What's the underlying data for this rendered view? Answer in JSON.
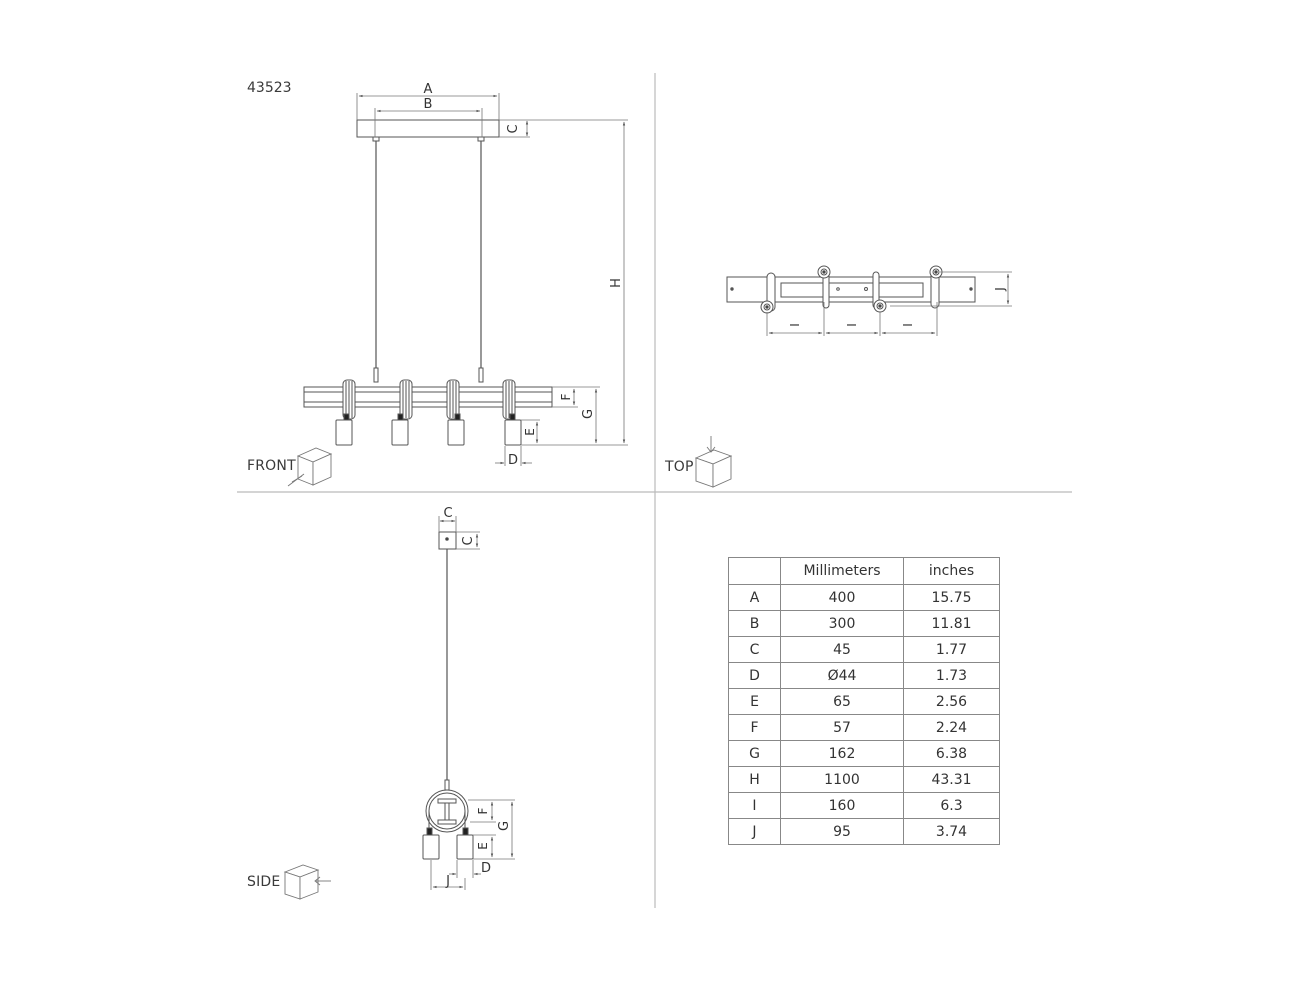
{
  "document": {
    "model_number": "43523"
  },
  "views": {
    "front": {
      "label": "FRONT",
      "dimension_labels": [
        "A",
        "B",
        "C",
        "H",
        "F",
        "G",
        "E",
        "D"
      ]
    },
    "top": {
      "label": "TOP",
      "dimension_labels": [
        "J",
        "I",
        "I",
        "I"
      ]
    },
    "side": {
      "label": "SIDE",
      "dimension_labels": [
        "C",
        "C",
        "F",
        "G",
        "E",
        "D",
        "J"
      ]
    }
  },
  "dimension_table": {
    "headers": [
      "",
      "Millimeters",
      "inches"
    ],
    "rows": [
      {
        "key": "A",
        "mm": "400",
        "in": "15.75"
      },
      {
        "key": "B",
        "mm": "300",
        "in": "11.81"
      },
      {
        "key": "C",
        "mm": "45",
        "in": "1.77"
      },
      {
        "key": "D",
        "mm": "Ø44",
        "in": "1.73"
      },
      {
        "key": "E",
        "mm": "65",
        "in": "2.56"
      },
      {
        "key": "F",
        "mm": "57",
        "in": "2.24"
      },
      {
        "key": "G",
        "mm": "162",
        "in": "6.38"
      },
      {
        "key": "H",
        "mm": "1100",
        "in": "43.31"
      },
      {
        "key": "I",
        "mm": "160",
        "in": "6.3"
      },
      {
        "key": "J",
        "mm": "95",
        "in": "3.74"
      }
    ]
  },
  "colors": {
    "line": "#555555",
    "divider": "#bbbbbb",
    "text": "#333333"
  }
}
